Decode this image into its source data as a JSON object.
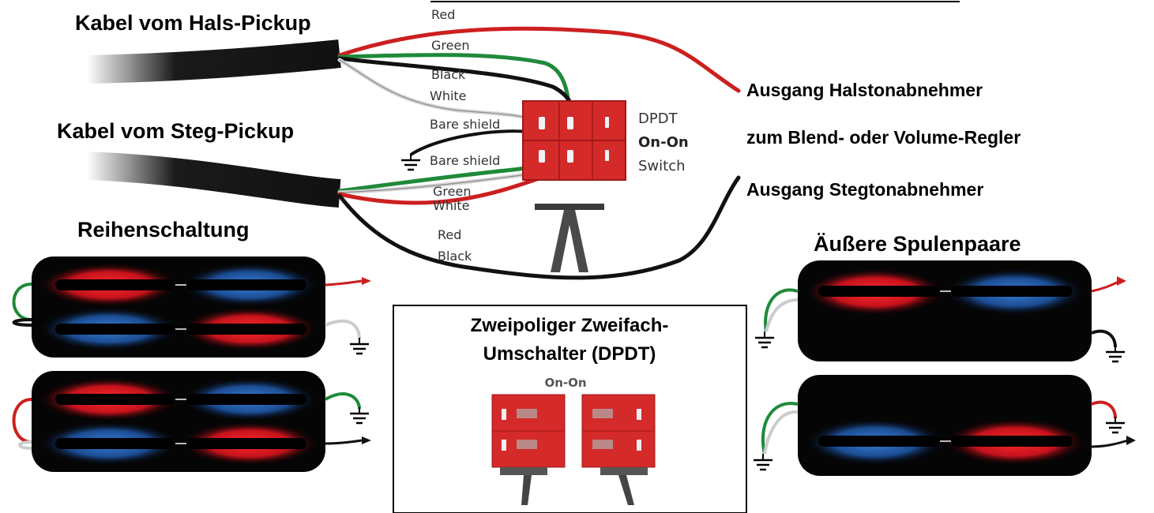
{
  "labels": {
    "neck_cable": "Kabel vom Hals-Pickup",
    "bridge_cable": "Kabel vom Steg-Pickup",
    "series": "Reihenschaltung",
    "outer_coils": "Äußere Spulenpaare",
    "neck_output": "Ausgang Halstonabnehmer",
    "to_control": "zum Blend- oder Volume-Regler",
    "bridge_output": "Ausgang Stegtonabnehmer",
    "switch_name_line1": "DPDT",
    "switch_name_line2": "On-On",
    "switch_name_line3": "Switch",
    "inset_title_line1": "Zweipoliger Zweifach-",
    "inset_title_line2": "Umschalter (DPDT)",
    "inset_onon": "On-On"
  },
  "wires": {
    "neck_red": "Red",
    "neck_green": "Green",
    "neck_black": "Black",
    "neck_white": "White",
    "neck_shield": "Bare shield",
    "bridge_shield": "Bare shield",
    "bridge_green": "Green",
    "bridge_white": "White",
    "bridge_red": "Red",
    "bridge_black": "Black"
  },
  "colors": {
    "wire_red": "#cc1f1f",
    "wire_green": "#1f8a3a",
    "wire_black": "#111111",
    "wire_white": "#d8d8d8",
    "switch_red": "#d42a2a",
    "coil_red": "#e0141e",
    "coil_blue": "#1d5aa8"
  },
  "icons": [
    "ground-symbol-icon",
    "arrow-output-icon",
    "toggle-switch-icon"
  ]
}
